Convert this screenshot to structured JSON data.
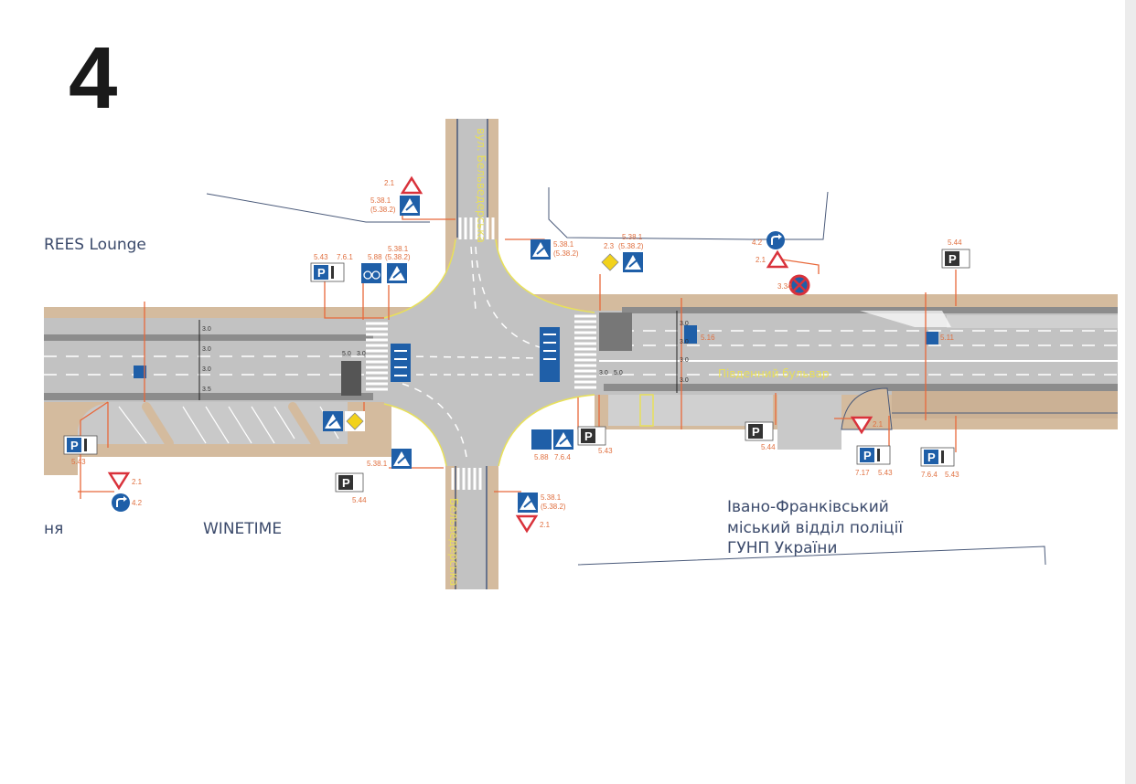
{
  "page_number": "4",
  "places": {
    "rees": "REES Lounge",
    "winetime": "WINETIME",
    "left_cut": "ня",
    "police": [
      "Івано-Франківський",
      "міський відділ поліції",
      "ГУНП України"
    ]
  },
  "streets": {
    "top": "вул. Бельведерська",
    "bottom": "Бельведерська",
    "main": "Південний бульвар"
  },
  "sign_codes": {
    "c21_top": "2.1",
    "c5381_top": "5.38.1",
    "c5382_top": "(5.38.2)",
    "c5381_ne": "5.38.1",
    "c5382_ne": "(5.38.2)",
    "c23_ne": "2.3",
    "c5381_ne2": "5.38.1",
    "c5382_ne2": "(5.38.2)",
    "c543_nw": "5.43",
    "c761_nw": "7.6.1",
    "c588_nw": "5.88",
    "c5381_nw": "5.38.1",
    "c5382_nw": "(5.38.2)",
    "c42_r": "4.2",
    "c21_r": "2.1",
    "c334_r": "3.34",
    "c544_r": "5.44",
    "c5511_r": "5.11",
    "c516": "5.16",
    "c543_sw": "5.43",
    "c21_sw": "2.1",
    "c42_sw": "4.2",
    "c5381_sw": "5.38.1",
    "c544_sw": "5.44",
    "c5381_s": "5.38.1",
    "c5382_s": "(5.38.2)",
    "c21_s": "2.1",
    "c588_se": "5.88",
    "c764_se": "7.6.4",
    "c543_se": "5.43",
    "c544_se": "5.44",
    "c21_se2": "2.1",
    "c717": "7.17",
    "c543_e1": "5.43",
    "c764_e": "7.6.4",
    "c543_e2": "5.43"
  },
  "dimensions": {
    "lane": "3.0",
    "lane_last": "3.5",
    "cross_a": "3.0",
    "cross_b": "5.0"
  },
  "colors": {
    "road": "#c2c2c2",
    "sidewalk": "#d4bb9e",
    "bike_lane": "#8c8c8c",
    "sign_blue": "#1f5fa8",
    "sign_red": "#d9323b",
    "leader": "#e8683a",
    "curb_yellow": "#e8e05a"
  }
}
